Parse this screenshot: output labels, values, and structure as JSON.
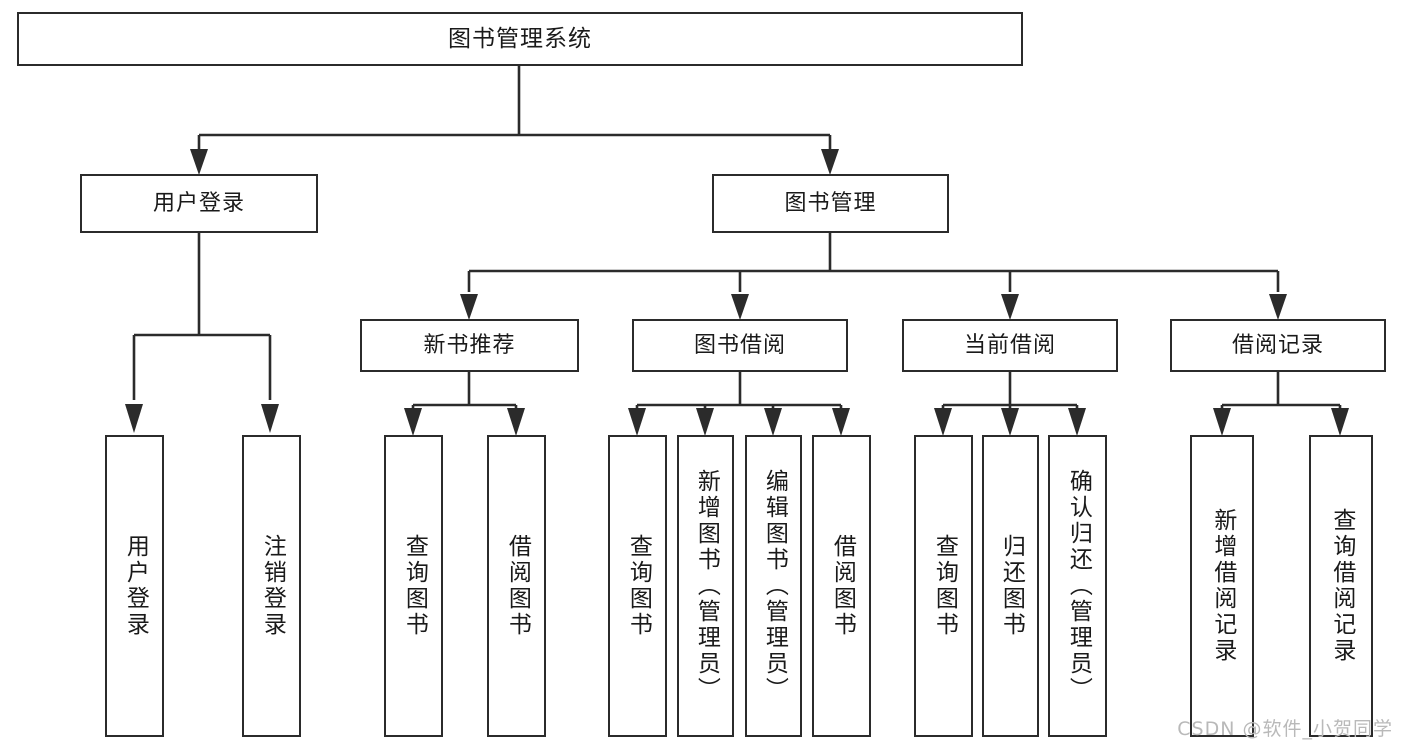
{
  "diagram": {
    "title": "图书管理系统",
    "type": "tree",
    "watermark": "CSDN @软件_小贺同学",
    "colors": {
      "stroke": "#2b2b2b",
      "fill": "#ffffff",
      "text": "#1a1a1a",
      "watermark": "#b9b9b9"
    },
    "root": {
      "label": "图书管理系统"
    },
    "level1": [
      {
        "label": "用户登录"
      },
      {
        "label": "图书管理"
      }
    ],
    "level2": [
      {
        "label": "新书推荐"
      },
      {
        "label": "图书借阅"
      },
      {
        "label": "当前借阅"
      },
      {
        "label": "借阅记录"
      }
    ],
    "leaves": {
      "user_login": [
        {
          "label": "用户登录"
        },
        {
          "label": "注销登录"
        }
      ],
      "new_book_recommend": [
        {
          "label": "查询图书"
        },
        {
          "label": "借阅图书"
        }
      ],
      "book_borrow": [
        {
          "label": "查询图书"
        },
        {
          "label": "新增图书（管理员）"
        },
        {
          "label": "编辑图书（管理员）"
        },
        {
          "label": "借阅图书"
        }
      ],
      "current_borrow": [
        {
          "label": "查询图书"
        },
        {
          "label": "归还图书"
        },
        {
          "label": "确认归还（管理员）"
        }
      ],
      "borrow_records": [
        {
          "label": "新增借阅记录"
        },
        {
          "label": "查询借阅记录"
        }
      ]
    }
  }
}
